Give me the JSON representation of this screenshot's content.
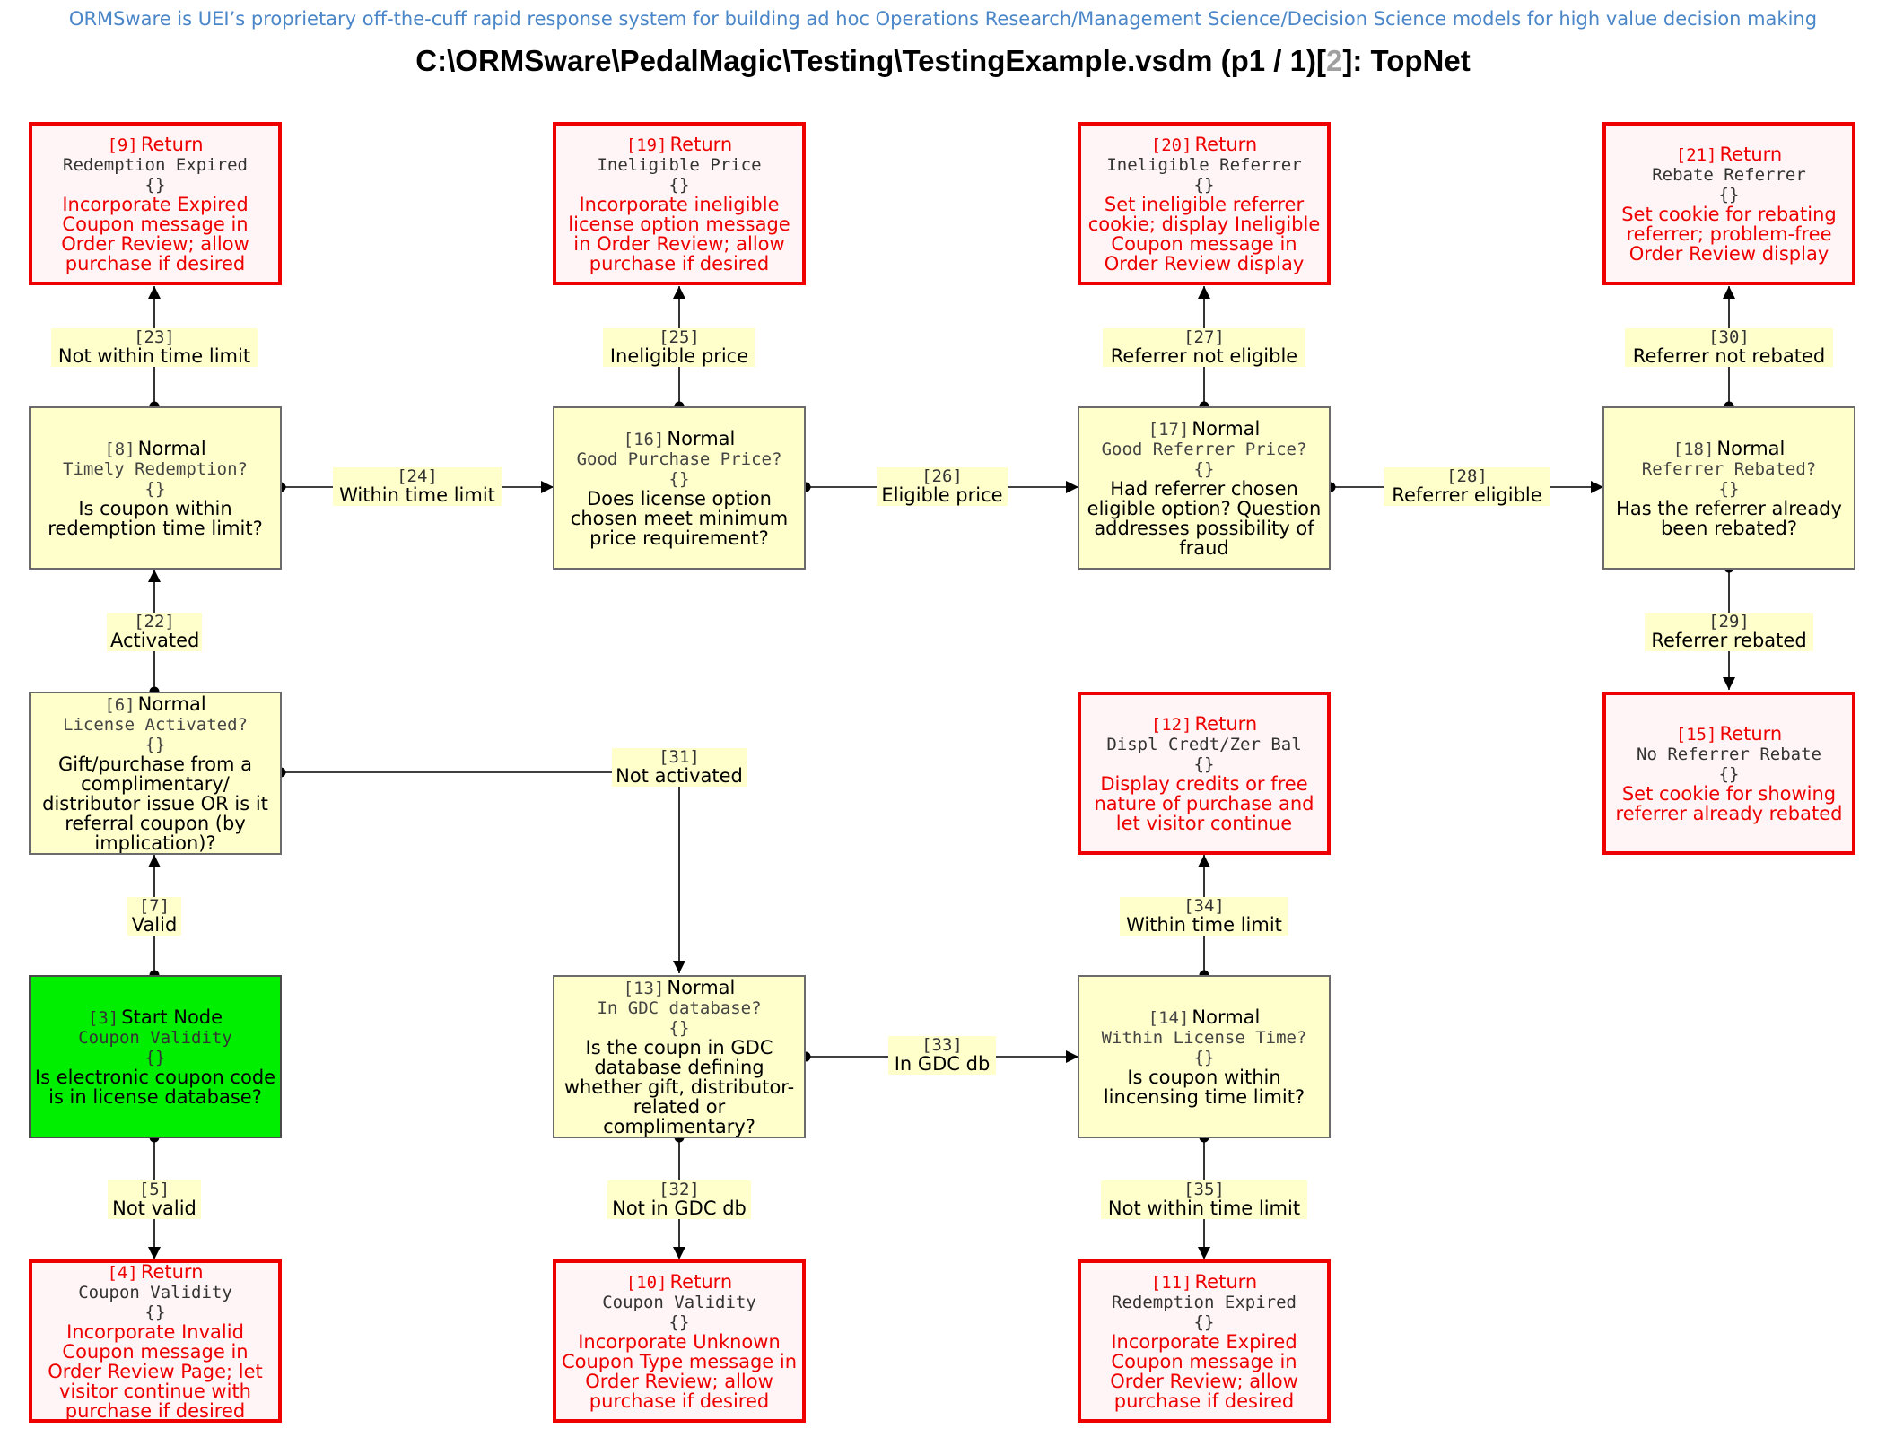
{
  "header": {
    "banner": "ORMSware is UEI’s proprietary off-the-cuff rapid response system for building ad hoc Operations Research/Management Science/Decision Science models for high value decision making",
    "title_main": "C:\\ORMSware\\PedalMagic\\Testing\\TestingExample.vsdm (p1 / 1)",
    "title_open": "[",
    "title_page": "2",
    "title_close": "]: TopNet"
  },
  "colors": {
    "normal_fill": "#ffffcc",
    "start_fill": "#00ee00",
    "return_border": "#ee0000",
    "return_fill": "#fff4f6",
    "label_fill": "#ffffcc",
    "banner_text": "#4a86c8"
  },
  "nodes": {
    "n9": {
      "id": "[9]",
      "type": "Return",
      "sub": "Redemption Expired",
      "braces": "{}",
      "desc": "Incorporate Expired Coupon message in Order Review; allow purchase if desired"
    },
    "n19": {
      "id": "[19]",
      "type": "Return",
      "sub": "Ineligible Price",
      "braces": "{}",
      "desc": "Incorporate ineligible license option message in Order Review; allow purchase if desired"
    },
    "n20": {
      "id": "[20]",
      "type": "Return",
      "sub": "Ineligible Referrer",
      "braces": "{}",
      "desc": "Set ineligible referrer cookie; display Ineligible Coupon message in Order Review display"
    },
    "n21": {
      "id": "[21]",
      "type": "Return",
      "sub": "Rebate Referrer",
      "braces": "{}",
      "desc": "Set cookie for rebating referrer; problem-free Order Review display"
    },
    "n8": {
      "id": "[8]",
      "type": "Normal",
      "sub": "Timely Redemption?",
      "braces": "{}",
      "desc": "Is coupon within redemption time limit?"
    },
    "n16": {
      "id": "[16]",
      "type": "Normal",
      "sub": "Good Purchase Price?",
      "braces": "{}",
      "desc": "Does license option chosen meet minimum price requirement?"
    },
    "n17": {
      "id": "[17]",
      "type": "Normal",
      "sub": "Good Referrer Price?",
      "braces": "{}",
      "desc": "Had referrer chosen eligible option? Question addresses possibility of fraud"
    },
    "n18": {
      "id": "[18]",
      "type": "Normal",
      "sub": "Referrer Rebated?",
      "braces": "{}",
      "desc": "Has the referrer already been rebated?"
    },
    "n6": {
      "id": "[6]",
      "type": "Normal",
      "sub": "License Activated?",
      "braces": "{}",
      "desc": "Gift/purchase from a complimentary/ distributor issue OR is it referral coupon (by implication)?"
    },
    "n12": {
      "id": "[12]",
      "type": "Return",
      "sub": "Displ Credt/Zer Bal",
      "braces": "{}",
      "desc": "Display credits or free nature of purchase and let visitor continue"
    },
    "n15": {
      "id": "[15]",
      "type": "Return",
      "sub": "No Referrer Rebate",
      "braces": "{}",
      "desc": "Set cookie for showing referrer already rebated"
    },
    "n3": {
      "id": "[3]",
      "type": "Start Node",
      "sub": "Coupon Validity",
      "braces": "{}",
      "desc": "Is electronic coupon code is in license database?"
    },
    "n13": {
      "id": "[13]",
      "type": "Normal",
      "sub": "In GDC database?",
      "braces": "{}",
      "desc": "Is the coupn in GDC database defining whether gift, distributor-related or complimentary?"
    },
    "n14": {
      "id": "[14]",
      "type": "Normal",
      "sub": "Within License Time?",
      "braces": "{}",
      "desc": "Is coupon within lincensing time limit?"
    },
    "n4": {
      "id": "[4]",
      "type": "Return",
      "sub": "Coupon Validity",
      "braces": "{}",
      "desc": "Incorporate Invalid Coupon message in Order Review Page; let visitor continue with purchase if desired"
    },
    "n10": {
      "id": "[10]",
      "type": "Return",
      "sub": "Coupon Validity",
      "braces": "{}",
      "desc": "Incorporate Unknown Coupon Type message in Order Review; allow purchase if desired"
    },
    "n11": {
      "id": "[11]",
      "type": "Return",
      "sub": "Redemption Expired",
      "braces": "{}",
      "desc": "Incorporate Expired Coupon message in Order Review; allow purchase if desired"
    }
  },
  "edges": {
    "e23": {
      "id": "[23]",
      "text": "Not within time limit"
    },
    "e25": {
      "id": "[25]",
      "text": "Ineligible price"
    },
    "e27": {
      "id": "[27]",
      "text": "Referrer not eligible"
    },
    "e30": {
      "id": "[30]",
      "text": "Referrer not rebated"
    },
    "e24": {
      "id": "[24]",
      "text": "Within time limit"
    },
    "e26": {
      "id": "[26]",
      "text": "Eligible price"
    },
    "e28": {
      "id": "[28]",
      "text": "Referrer eligible"
    },
    "e22": {
      "id": "[22]",
      "text": "Activated"
    },
    "e29": {
      "id": "[29]",
      "text": "Referrer rebated"
    },
    "e31": {
      "id": "[31]",
      "text": "Not activated"
    },
    "e7": {
      "id": "[7]",
      "text": "Valid"
    },
    "e34": {
      "id": "[34]",
      "text": "Within time limit"
    },
    "e33": {
      "id": "[33]",
      "text": "In GDC db"
    },
    "e5": {
      "id": "[5]",
      "text": "Not valid"
    },
    "e32": {
      "id": "[32]",
      "text": "Not in GDC db"
    },
    "e35": {
      "id": "[35]",
      "text": "Not within time limit"
    }
  }
}
